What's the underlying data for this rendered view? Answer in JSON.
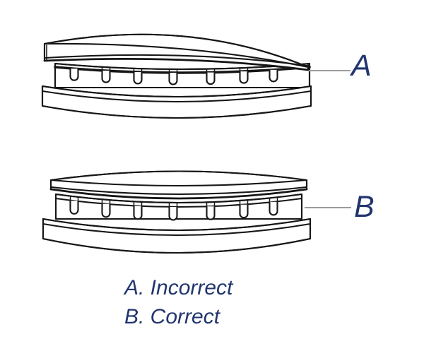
{
  "figure": {
    "callouts": [
      {
        "letter": "A"
      },
      {
        "letter": "B"
      }
    ],
    "legend": [
      {
        "text": "A. Incorrect"
      },
      {
        "text": "B. Correct"
      }
    ],
    "colors": {
      "background": "#ffffff",
      "line_art": "#161616",
      "leader_line": "#9b9b9b",
      "label_text": "#22356e"
    }
  }
}
